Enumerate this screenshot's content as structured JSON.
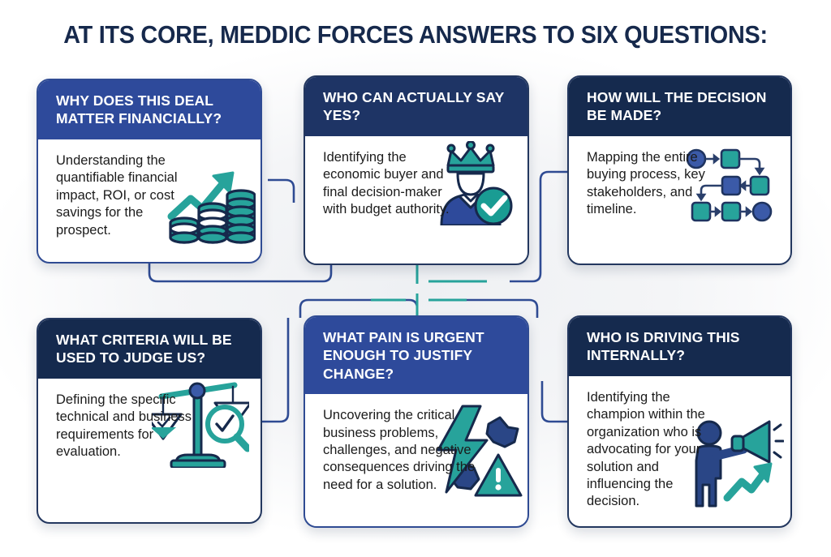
{
  "page": {
    "title": "AT ITS CORE, MEDDIC FORCES ANSWERS TO SIX QUESTIONS:",
    "background": "#f4f5f7"
  },
  "colors": {
    "royal_blue": "#2e4a9b",
    "navy_mid": "#1e3465",
    "navy_dark": "#152a4e",
    "teal": "#27a39b",
    "teal_dark": "#1b7f7a",
    "card_border": "#2f4b93",
    "text_dark": "#1b1b1b",
    "title_color": "#16294c",
    "connector_navy": "#2f4b93",
    "connector_teal": "#27a39b"
  },
  "cards": [
    {
      "id": "card-1",
      "position": "top-left",
      "header": "WHY DOES THIS DEAL MATTER FINANCIALLY?",
      "body": "Understanding the quantifiable financial impact, ROI, or cost savings for the prospect.",
      "header_color": "#2e4a9b",
      "icon": "growth-coins-icon"
    },
    {
      "id": "card-2",
      "position": "top-center",
      "header": "WHO CAN ACTUALLY SAY YES?",
      "body": "Identifying the economic buyer and final decision-maker with budget authority.",
      "header_color": "#1e3465",
      "icon": "crowned-buyer-check-icon"
    },
    {
      "id": "card-3",
      "position": "top-right",
      "header": "HOW WILL THE DECISION BE MADE?",
      "body": "Mapping the entire buying process, key stakeholders, and timeline.",
      "header_color": "#152a4e",
      "icon": "process-flowchart-icon"
    },
    {
      "id": "card-4",
      "position": "bottom-left",
      "header": "WHAT CRITERIA WILL BE USED TO JUDGE US?",
      "body": "Defining the specific technical and business requirements for evaluation.",
      "header_color": "#152a4e",
      "icon": "scales-magnifier-icon"
    },
    {
      "id": "card-5",
      "position": "bottom-center",
      "header": "WHAT PAIN IS URGENT ENOUGH TO JUSTIFY CHANGE?",
      "body": "Uncovering the critical business problems, challenges, and negative consequences driving the need for a solution.",
      "header_color": "#2e4a9b",
      "icon": "lightning-warning-gears-icon"
    },
    {
      "id": "card-6",
      "position": "bottom-right",
      "header": "WHO IS DRIVING THIS INTERNALLY?",
      "body": "Identifying the champion within the organization who is advocating for your solution and influencing the decision.",
      "header_color": "#152a4e",
      "icon": "megaphone-champion-icon"
    }
  ]
}
